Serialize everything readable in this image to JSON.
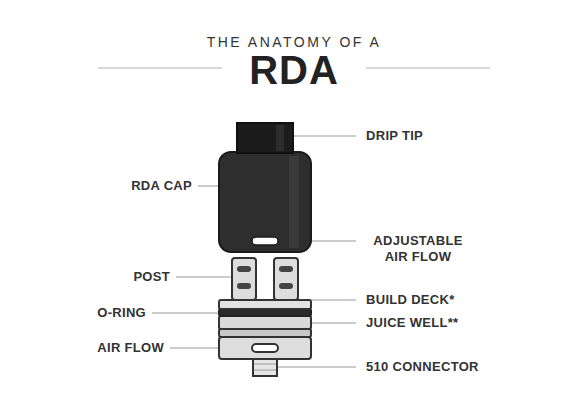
{
  "diagram": {
    "title": "RDA",
    "labels": [
      "THE ANATOMY OF A",
      "DRIP TIP",
      "RDA CAP",
      "ADJUSTABLE AIR FLOW",
      "POST",
      "BUILD DECK*",
      "O-RING",
      "JUICE WELL**",
      "AIR FLOW",
      "510 CONNECTOR"
    ]
  }
}
